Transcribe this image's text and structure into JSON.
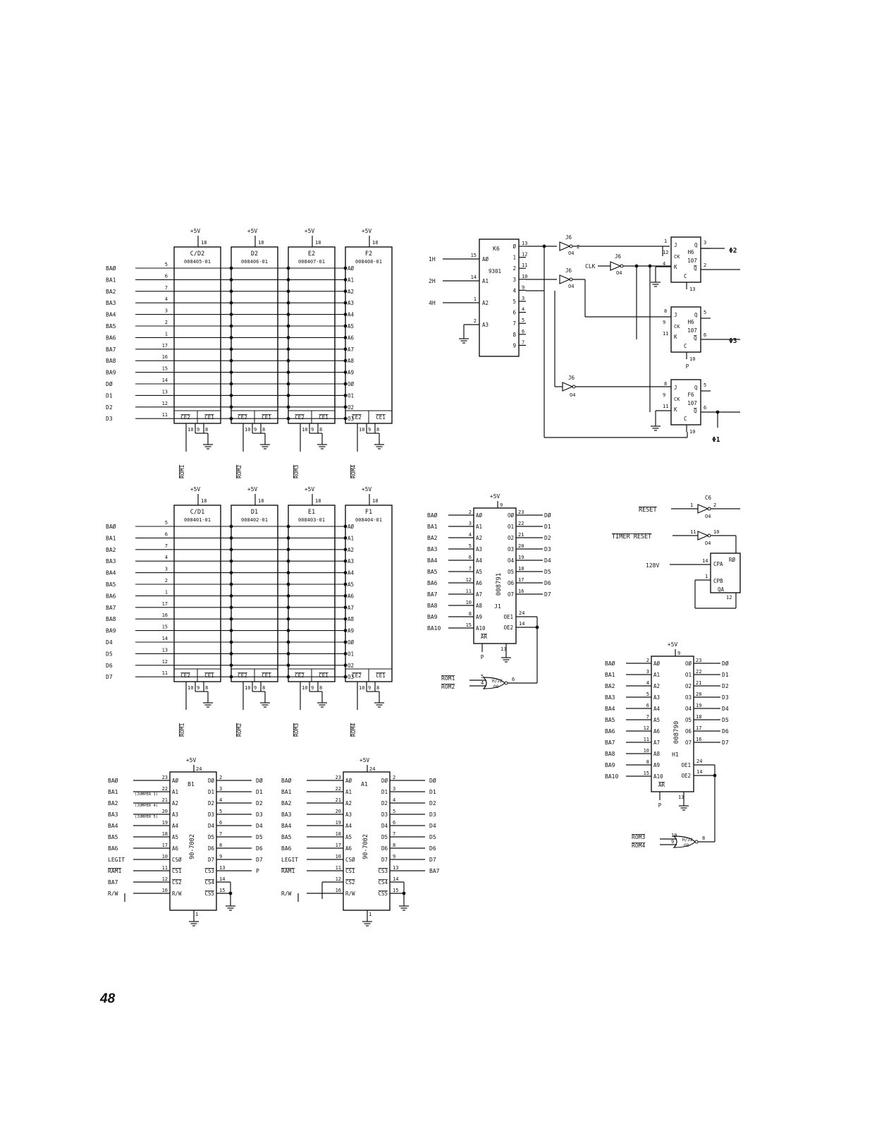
{
  "page_number": "48",
  "labels": {
    "v5": "+5V",
    "gnd_pin": "1",
    "pin18": "18",
    "pin24": "24",
    "ce1": "CE1",
    "ce2": "CE2"
  },
  "rom_row_top": {
    "chips": [
      {
        "name": "C/D2",
        "part": "008405-01",
        "rom": "ROM1"
      },
      {
        "name": "D2",
        "part": "008406-01",
        "rom": "ROM2"
      },
      {
        "name": "E2",
        "part": "008407-01",
        "rom": "ROM3"
      },
      {
        "name": "F2",
        "part": "008408-01",
        "rom": "ROM4"
      }
    ],
    "signals": [
      "BAØ",
      "BA1",
      "BA2",
      "BA3",
      "BA4",
      "BA5",
      "BA6",
      "BA7",
      "BA8",
      "BA9",
      "DØ",
      "D1",
      "D2",
      "D3"
    ],
    "pins": [
      "5",
      "6",
      "7",
      "4",
      "3",
      "2",
      "1",
      "17",
      "16",
      "15",
      "14",
      "13",
      "12",
      "11"
    ],
    "chip_pins": [
      "AØ",
      "A1",
      "A2",
      "A3",
      "A4",
      "A5",
      "A6",
      "A7",
      "A8",
      "A9",
      "OØ",
      "O1",
      "O2",
      "O3"
    ],
    "ce_pins": [
      "10",
      "9",
      "8"
    ]
  },
  "rom_row_bottom": {
    "chips": [
      {
        "name": "C/D1",
        "part": "008401-01",
        "rom": "ROM1"
      },
      {
        "name": "D1",
        "part": "008402-01",
        "rom": "ROM2"
      },
      {
        "name": "E1",
        "part": "008403-01",
        "rom": "ROM3"
      },
      {
        "name": "F1",
        "part": "008404-01",
        "rom": "ROM4"
      }
    ],
    "signals": [
      "BAØ",
      "BA1",
      "BA2",
      "BA3",
      "BA4",
      "BA5",
      "BA6",
      "BA7",
      "BA8",
      "BA9",
      "D4",
      "D5",
      "D6",
      "D7"
    ],
    "pins": [
      "5",
      "6",
      "7",
      "4",
      "3",
      "2",
      "1",
      "17",
      "16",
      "15",
      "14",
      "13",
      "12",
      "11"
    ],
    "chip_pins": [
      "AØ",
      "A1",
      "A2",
      "A3",
      "A4",
      "A5",
      "A6",
      "A7",
      "A8",
      "A9",
      "OØ",
      "O1",
      "O2",
      "O3"
    ],
    "ce_pins": [
      "10",
      "9",
      "8"
    ]
  },
  "decoder": {
    "ref": "K6",
    "part": "9301",
    "inputs": [
      {
        "signal": "1H",
        "pin": "15",
        "chip_pin": "AØ"
      },
      {
        "signal": "2H",
        "pin": "14",
        "chip_pin": "A1"
      },
      {
        "signal": "4H",
        "pin": "1",
        "chip_pin": "A2"
      },
      {
        "signal": "",
        "pin": "2",
        "chip_pin": "A3"
      }
    ],
    "outputs": [
      {
        "q": "Ø",
        "pin": "13"
      },
      {
        "q": "1",
        "pin": "12"
      },
      {
        "q": "2",
        "pin": "11"
      },
      {
        "q": "3",
        "pin": "10"
      },
      {
        "q": "4",
        "pin": "9"
      },
      {
        "q": "5",
        "pin": "3"
      },
      {
        "q": "6",
        "pin": "4"
      },
      {
        "q": "7",
        "pin": "5"
      },
      {
        "q": "8",
        "pin": "6"
      },
      {
        "q": "9",
        "pin": "7"
      }
    ]
  },
  "clock": {
    "inv_ref": "J6",
    "inv_out": "O4",
    "clk_label": "CLK",
    "ff_part": "107",
    "ff1": {
      "ref": "H6",
      "j": "1",
      "ck": "12",
      "k": "4",
      "c": "13",
      "q": "3",
      "qbar": "2",
      "out": "Φ2"
    },
    "ff2": {
      "ref": "H6",
      "j": "8",
      "ck": "9",
      "k": "11",
      "c": "10",
      "q": "5",
      "qbar": "6",
      "out": "Φ3"
    },
    "ff3": {
      "ref": "F6",
      "j": "8",
      "ck": "9",
      "k": "11",
      "c": "10",
      "q": "5",
      "qbar": "6",
      "out": "Φ1"
    },
    "p_label": "P"
  },
  "reset": {
    "reset_label": "RESET",
    "timer_reset_label": "TIMER RESET",
    "clk128": "128V",
    "inv_ref": "C6",
    "inv_out": "O4",
    "cpa": "CPA",
    "cpb": "CPB",
    "r0": "RØ",
    "qa": "QA",
    "pins": [
      "1",
      "2",
      "11",
      "10",
      "14",
      "1",
      "2",
      "12"
    ]
  },
  "rom_j1": {
    "ref": "J1",
    "part": "008791",
    "p_label": "P",
    "addr": [
      "BAØ",
      "BA1",
      "BA2",
      "BA3",
      "BA4",
      "BA5",
      "BA6",
      "BA7",
      "BA8",
      "BA9",
      "BA10"
    ],
    "addr_pins": [
      "2",
      "3",
      "4",
      "5",
      "6",
      "7",
      "12",
      "11",
      "10",
      "8",
      "15"
    ],
    "chip_in": [
      "AØ",
      "A1",
      "A2",
      "A3",
      "A4",
      "A5",
      "A6",
      "A7",
      "A8",
      "A9",
      "A10"
    ],
    "data": [
      "DØ",
      "D1",
      "D2",
      "D3",
      "D4",
      "D5",
      "D6",
      "D7"
    ],
    "data_pins": [
      "23",
      "22",
      "21",
      "20",
      "19",
      "18",
      "17",
      "16"
    ],
    "chip_out": [
      "OØ",
      "O1",
      "O2",
      "O3",
      "O4",
      "O5",
      "O6",
      "O7"
    ],
    "oe": [
      "OE1",
      "OE2"
    ],
    "oe_pins": [
      "24",
      "14"
    ],
    "ar": "AR",
    "vcc_pin": "9",
    "gnd_pin": "13",
    "gate_inputs": [
      "ROM1",
      "ROM2"
    ],
    "gate_pins": [
      "5",
      "4",
      "6"
    ],
    "gate_ref": "H/J2",
    "gate_out": "OO"
  },
  "rom_h1": {
    "ref": "H1",
    "part": "008790",
    "p_label": "P",
    "addr": [
      "BAØ",
      "BA1",
      "BA2",
      "BA3",
      "BA4",
      "BA5",
      "BA6",
      "BA7",
      "BA8",
      "BA9",
      "BA10"
    ],
    "addr_pins": [
      "2",
      "3",
      "4",
      "5",
      "6",
      "7",
      "12",
      "11",
      "10",
      "8",
      "15"
    ],
    "chip_in": [
      "AØ",
      "A1",
      "A2",
      "A3",
      "A4",
      "A5",
      "A6",
      "A7",
      "A8",
      "A9",
      "A10"
    ],
    "data": [
      "DØ",
      "D1",
      "D2",
      "D3",
      "D4",
      "D5",
      "D6",
      "D7"
    ],
    "data_pins": [
      "23",
      "22",
      "21",
      "20",
      "19",
      "18",
      "17",
      "16"
    ],
    "chip_out": [
      "OØ",
      "O1",
      "O2",
      "O3",
      "O4",
      "O5",
      "O6",
      "O7"
    ],
    "oe": [
      "OE1",
      "OE2"
    ],
    "oe_pins": [
      "24",
      "14"
    ],
    "ar": "AR",
    "vcc_pin": "9",
    "gnd_pin": "13",
    "gate_inputs": [
      "ROM3",
      "ROM4"
    ],
    "gate_pins": [
      "10",
      "9",
      "8"
    ],
    "gate_ref": "H/J2",
    "gate_out": "OO"
  },
  "ram_b1": {
    "ref": "B1",
    "part": "90-7002",
    "inputs": [
      "BAØ",
      "BA1",
      "BA2",
      "BA3",
      "BA4",
      "BA5",
      "BA6",
      "LEGIT",
      "RAM1",
      "BA7",
      "R/W"
    ],
    "jumpers": [
      "",
      "(JUMPER 1)",
      "(JUMPER 4)",
      "(JUMPER 5)",
      "",
      "",
      "",
      "",
      "",
      "",
      ""
    ],
    "in_pins": [
      "23",
      "22",
      "21",
      "20",
      "19",
      "18",
      "17",
      "10",
      "11",
      "12",
      "16"
    ],
    "chip_in": [
      "AØ",
      "A1",
      "A2",
      "A3",
      "A4",
      "A5",
      "A6",
      "CSØ",
      "CS1",
      "CS2",
      "R/W"
    ],
    "chip_out": [
      "DØ",
      "D1",
      "D2",
      "D3",
      "D4",
      "D5",
      "D6",
      "D7",
      "CS3",
      "CS4",
      "CS5"
    ],
    "out_pins": [
      "2",
      "3",
      "4",
      "5",
      "6",
      "7",
      "8",
      "9",
      "13",
      "14",
      "15"
    ],
    "outputs": [
      "DØ",
      "D1",
      "D2",
      "D3",
      "D4",
      "D5",
      "D6",
      "D7",
      "P",
      "",
      ""
    ]
  },
  "ram_a1": {
    "ref": "A1",
    "part": "90-7002",
    "inputs": [
      "BAØ",
      "BA1",
      "BA2",
      "BA3",
      "BA4",
      "BA5",
      "BA6",
      "LEGIT",
      "RAM1",
      "",
      "R/W"
    ],
    "jumpers": [
      "",
      "",
      "",
      "",
      "",
      "",
      "",
      "",
      "",
      "",
      ""
    ],
    "in_pins": [
      "23",
      "22",
      "21",
      "20",
      "19",
      "18",
      "17",
      "10",
      "11",
      "12",
      "16"
    ],
    "chip_in": [
      "AØ",
      "A1",
      "A2",
      "A3",
      "A4",
      "A5",
      "A6",
      "CSØ",
      "CS1",
      "CS2",
      "R/W"
    ],
    "chip_out": [
      "DØ",
      "D1",
      "D2",
      "D3",
      "D4",
      "D5",
      "D6",
      "D7",
      "CS3",
      "CS4",
      "CS5"
    ],
    "out_pins": [
      "2",
      "3",
      "4",
      "5",
      "6",
      "7",
      "8",
      "9",
      "13",
      "14",
      "15"
    ],
    "outputs": [
      "DØ",
      "D1",
      "D2",
      "D3",
      "D4",
      "D5",
      "D6",
      "D7",
      "BA7",
      "",
      ""
    ]
  }
}
